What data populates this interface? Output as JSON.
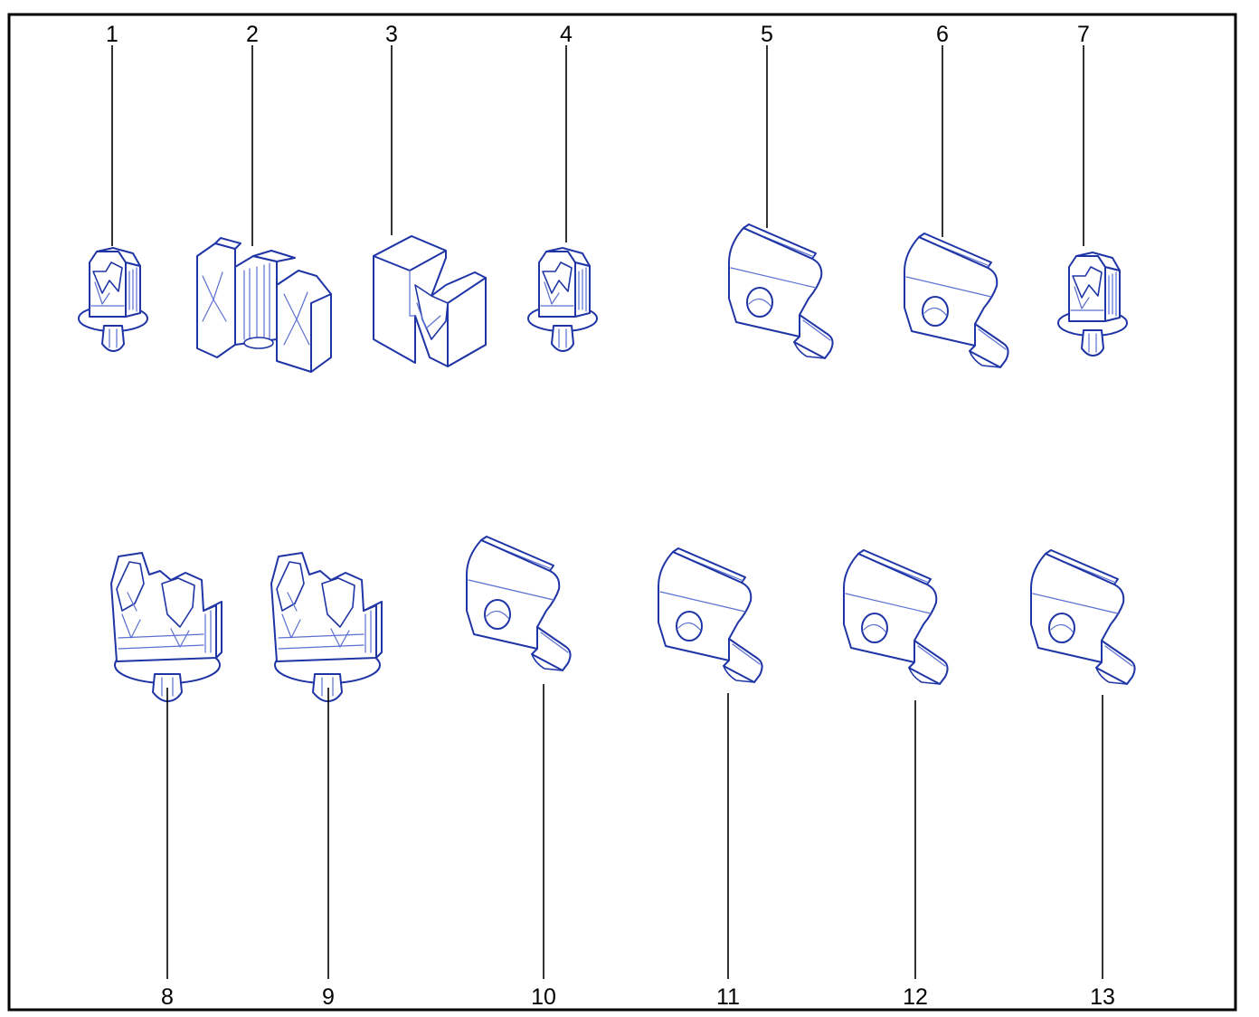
{
  "colors": {
    "line_art": "#1f35a6",
    "line_art_light": "#5a6fd0",
    "callout": "#000000",
    "frame": "#000000",
    "background": "#ffffff"
  },
  "parts": [
    {
      "number": "1",
      "kind": "push-clip-single"
    },
    {
      "number": "2",
      "kind": "double-pipe-holder"
    },
    {
      "number": "3",
      "kind": "v-block"
    },
    {
      "number": "4",
      "kind": "push-clip-single"
    },
    {
      "number": "5",
      "kind": "spring-bracket"
    },
    {
      "number": "6",
      "kind": "spring-bracket"
    },
    {
      "number": "7",
      "kind": "push-clip-single"
    },
    {
      "number": "8",
      "kind": "push-clip-double"
    },
    {
      "number": "9",
      "kind": "push-clip-double"
    },
    {
      "number": "10",
      "kind": "spring-bracket"
    },
    {
      "number": "11",
      "kind": "spring-bracket"
    },
    {
      "number": "12",
      "kind": "spring-bracket"
    },
    {
      "number": "13",
      "kind": "spring-bracket"
    }
  ]
}
